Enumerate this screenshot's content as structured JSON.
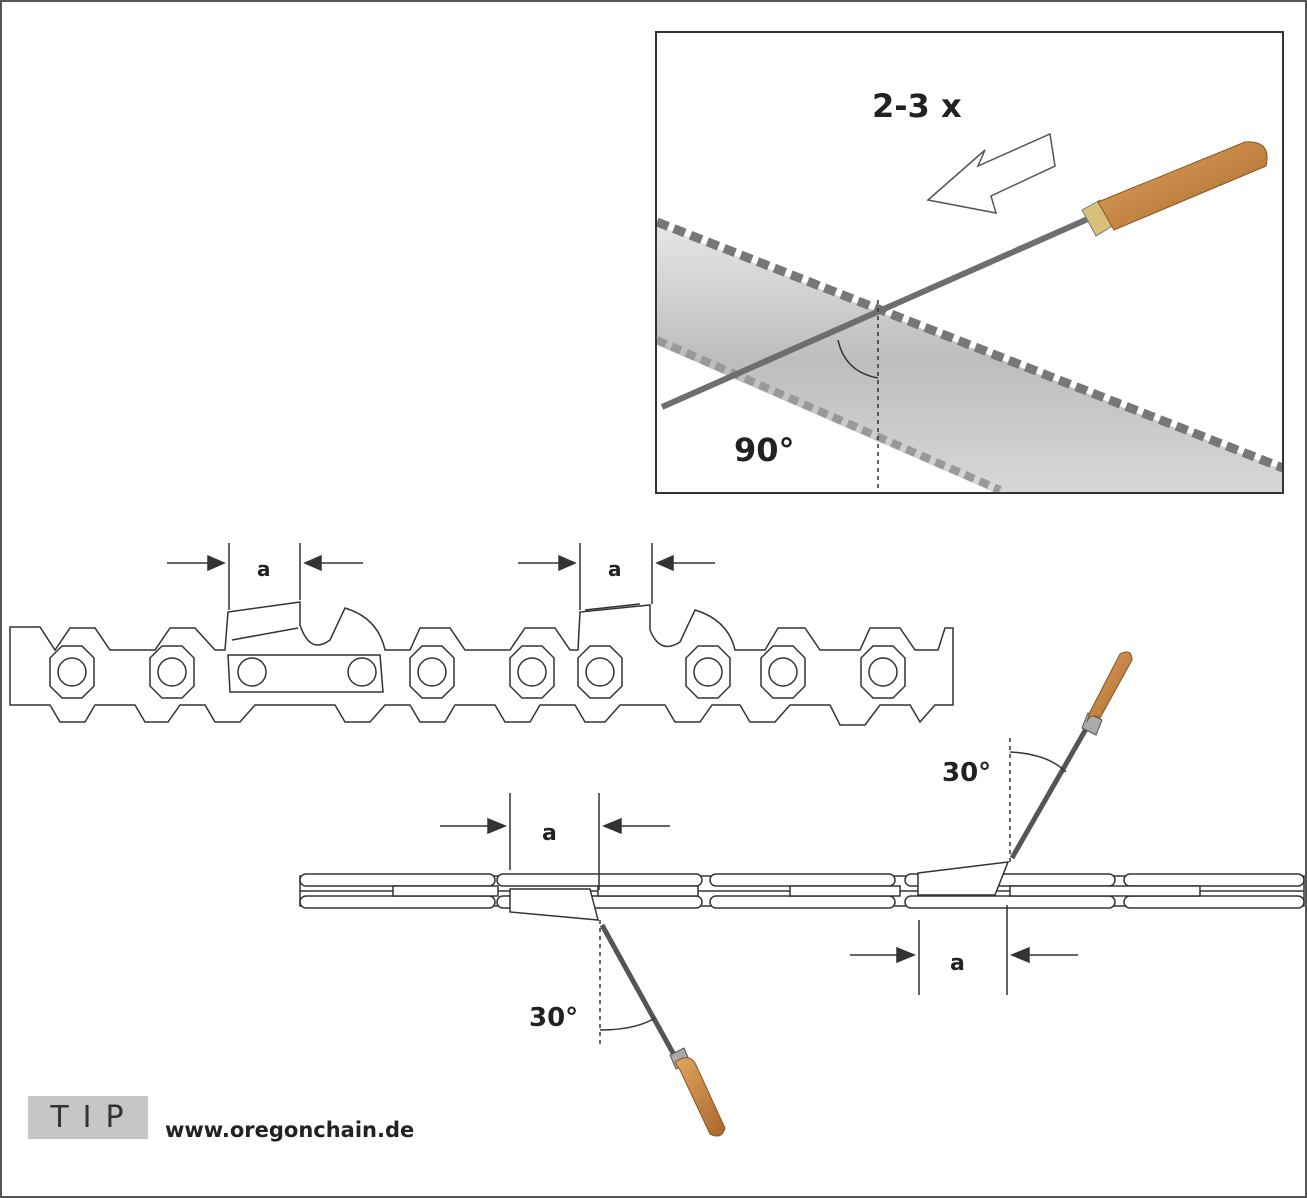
{
  "photo": {
    "repeat_label": "2-3 x",
    "angle_label": "90°"
  },
  "side_view": {
    "dim_labels": [
      "a",
      "a"
    ]
  },
  "top_view": {
    "dim_labels": [
      "a",
      "a"
    ],
    "angle_labels": [
      "30°",
      "30°"
    ]
  },
  "footer": {
    "tip_label": "TIP",
    "url": "www.oregonchain.de"
  },
  "colors": {
    "border": "#555555",
    "line": "#333333",
    "handle": "#c98a45",
    "bar": "#c8c8c8",
    "tip_bg": "#c6c6c6"
  }
}
